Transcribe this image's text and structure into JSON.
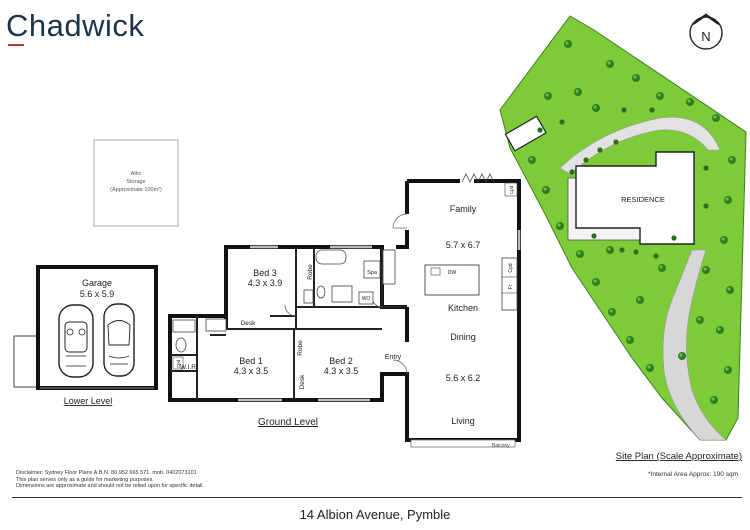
{
  "brand": {
    "name": "Chadwick",
    "accent_color": "#c0392b",
    "text_color": "#1f3348"
  },
  "compass": {
    "label": "N"
  },
  "attic": {
    "line1": "Attic",
    "line2": "Storage",
    "line3": "(Approximate 100m²)"
  },
  "lower_level": {
    "title": "Lower Level",
    "garage": {
      "name": "Garage",
      "dims": "5.6 x 5.9"
    }
  },
  "ground_level": {
    "title": "Ground Level",
    "rooms": {
      "bed3": {
        "name": "Bed 3",
        "dims": "4.3 x 3.9"
      },
      "bed1": {
        "name": "Bed 1",
        "dims": "4.3 x 3.5"
      },
      "bed2": {
        "name": "Bed 2",
        "dims": "4.3 x 3.5"
      },
      "family": {
        "name": "Family",
        "dims": "5.7 x 6.7"
      },
      "kitchen": {
        "name": "Kitchen"
      },
      "dining": {
        "name": "Dining",
        "dims": "5.6 x 6.2"
      },
      "living": {
        "name": "Living"
      },
      "entry": "Entry",
      "balcony": "Balcony",
      "wir": "W.I.R",
      "robe": "Robe",
      "desk": "Desk",
      "spa": "Spa",
      "wo": "WO",
      "dw": "DW",
      "cpd": "Cpd",
      "fr": "Fr"
    }
  },
  "site_plan": {
    "title": "Site Plan (Scale Approximate)",
    "residence": "RESIDENCE",
    "internal_area": "*Internal Area Approx: 190 sqm",
    "colors": {
      "lawn": "#7ecb3a",
      "tree": "#2e7d22",
      "path": "#cfcfcf"
    }
  },
  "disclaimer": {
    "line1": "Disclaimer: Sydney Floor Plans A.B.N. 80 952 665 571. mob. 0402073101",
    "line2": "This plan serves only as a guide for marketing purposes.",
    "line3": "Dimensions are approximate and should not be relied upon for specific detail."
  },
  "address": "14 Albion Avenue, Pymble"
}
